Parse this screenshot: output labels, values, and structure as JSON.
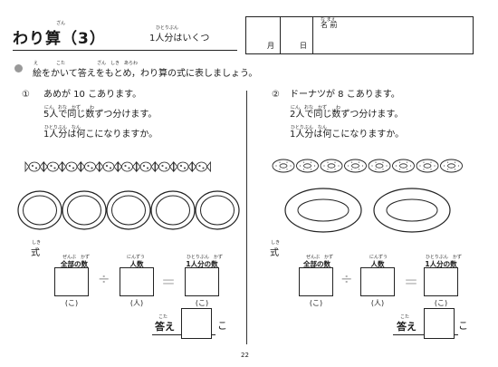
{
  "header": {
    "title": "わり算（3）",
    "title_ruby": "ざん",
    "subtitle": "1人分はいくつ",
    "subtitle_ruby": "ひとりぶん",
    "name_label": "名 前",
    "name_ruby": "な まえ",
    "month_label": "月",
    "day_label": "日"
  },
  "instruction": {
    "text": "絵をかいて答えをもとめ，わり算の式に表しましょう。",
    "ruby": "え　　　　こた　　　　　　　ざん　しき　あらわ"
  },
  "problem1": {
    "number": "①",
    "lines": [
      "あめが 10 こあります。",
      "5人で同じ数ずつ分けます。",
      "1人分は何こになりますか。"
    ],
    "ruby2": "にん　おな　かず　　わ",
    "ruby3": "ひとりぶん　なん",
    "item_count": 10,
    "plate_count": 5
  },
  "problem2": {
    "number": "②",
    "lines": [
      "ドーナツが 8 こあります。",
      "2人で同じ数ずつ分けます。",
      "1人分は何こになりますか。"
    ],
    "ruby2": "にん　おな　かず　　わ",
    "ruby3": "ひとりぶん　なん",
    "item_count": 8,
    "plate_count": 2
  },
  "equation": {
    "shiki_label": "式",
    "shiki_ruby": "しき",
    "total_label": "全部の数",
    "total_ruby": "ぜんぶ　かず",
    "people_label": "人数",
    "people_ruby": "にんずう",
    "per_label": "1人分の数",
    "per_ruby": "ひとりぶん　かず",
    "divide_sign": "÷",
    "equals_sign": "＝",
    "unit_ko": "(こ)",
    "unit_nin": "(人)",
    "answer_label": "答え",
    "answer_ruby": "こた",
    "answer_unit": "こ"
  },
  "footer": {
    "page_number": "22"
  }
}
